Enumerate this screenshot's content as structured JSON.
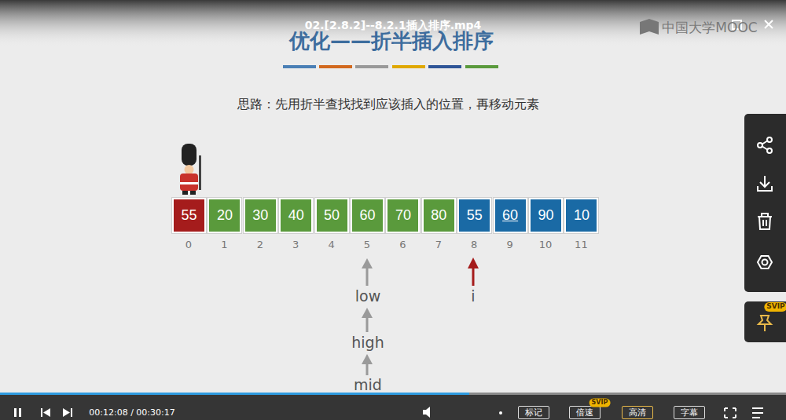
{
  "diagram": {
    "title": "优化——折半插入排序",
    "nodes": [
      {
        "text": [
          "55"
        ]
      },
      {
        "text": [
          "20"
        ]
      },
      {
        "text": [
          "30"
        ]
      },
      {
        "text": [
          "40"
        ]
      },
      {
        "text": [
          "50"
        ]
      },
      {
        "text": [
          "60"
        ]
      },
      {
        "text": [
          "70"
        ]
      },
      {
        "text": [
          "80"
        ]
      },
      {
        "text": [
          "55"
        ]
      },
      {
        "text": [
          "60"
        ]
      },
      {
        "text": [
          "90"
        ]
      },
      {
        "text": [
          "10"
        ]
      },
      {
        "text": [
          "标记"
        ]
      },
      {
        "text": [
          "倍速"
        ]
      },
      {
        "text": [
          "高清"
        ]
      },
      {
        "text": [
          "字幕"
        ]
      }
    ],
    "labels": [
      "02.[2.8.2]--8.2.1插入排序.mp4",
      "中国大学MOOC",
      "思路：先用折半查找找到应该插入的位置，再移动元素",
      "0",
      "1",
      "2",
      "3",
      "4",
      "5",
      "6",
      "7",
      "8",
      "9",
      "10",
      "11",
      "low",
      "high",
      "mid",
      "i",
      "00:12:08 / 00:30:17",
      "SVIP",
      "SVIP"
    ]
  }
}
